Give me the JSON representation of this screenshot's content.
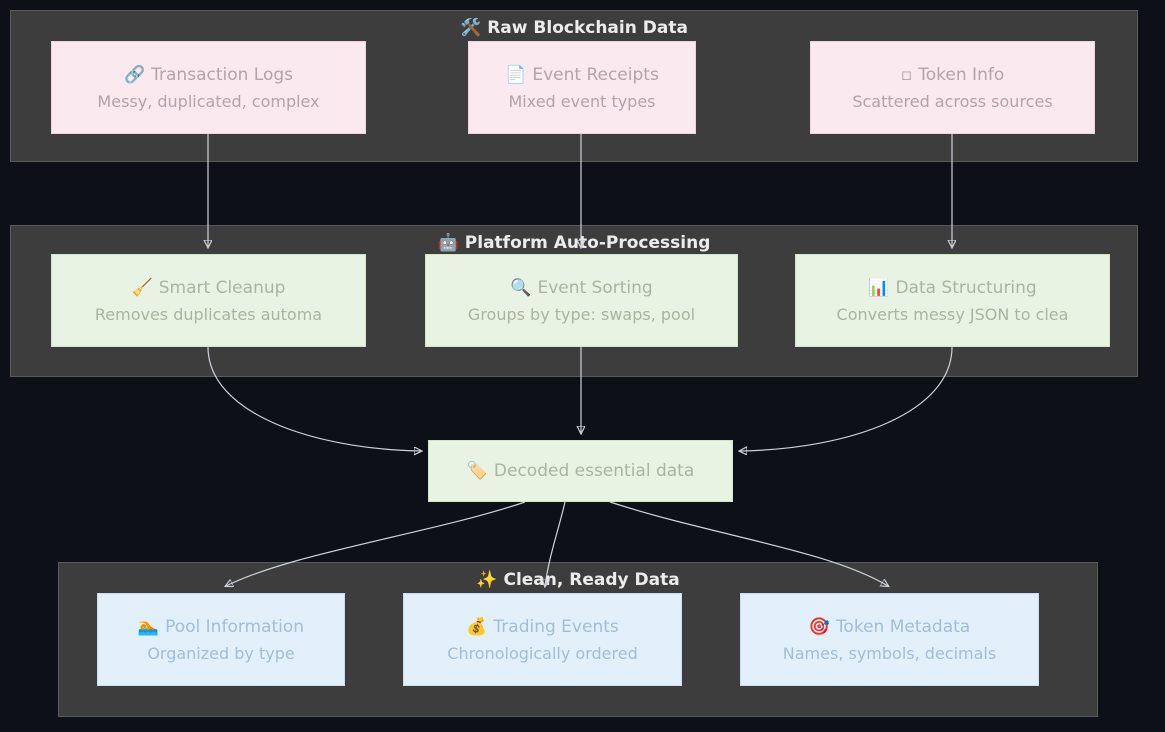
{
  "diagram": {
    "clusters": [
      {
        "id": "raw",
        "icon": "🛠️",
        "label": "Raw Blockchain Data"
      },
      {
        "id": "process",
        "icon": "🤖",
        "label": "Platform Auto-Processing"
      },
      {
        "id": "clean",
        "icon": "✨",
        "label": "Clean, Ready Data"
      }
    ],
    "nodes": {
      "raw": [
        {
          "icon": "🔗",
          "title": "Transaction Logs",
          "subtitle": "Messy, duplicated, complex"
        },
        {
          "icon": "📄",
          "title": "Event Receipts",
          "subtitle": "Mixed event types"
        },
        {
          "icon": "▫",
          "title": "Token Info",
          "subtitle": "Scattered across sources"
        }
      ],
      "process": [
        {
          "icon": "🧹",
          "title": "Smart Cleanup",
          "subtitle": "Removes duplicates automa"
        },
        {
          "icon": "🔍",
          "title": "Event Sorting",
          "subtitle": "Groups by type: swaps, pool"
        },
        {
          "icon": "📊",
          "title": "Data Structuring",
          "subtitle": "Converts messy JSON to clea"
        }
      ],
      "decoded": {
        "icon": "🏷️",
        "title": "Decoded essential data"
      },
      "clean": [
        {
          "icon": "🏊",
          "title": "Pool Information",
          "subtitle": "Organized by type"
        },
        {
          "icon": "💰",
          "title": "Trading Events",
          "subtitle": "Chronologically ordered"
        },
        {
          "icon": "🎯",
          "title": "Token Metadata",
          "subtitle": "Names, symbols, decimals"
        }
      ]
    },
    "colors": {
      "background": "#0d1117",
      "cluster_bg": "#3d3d3d",
      "cluster_title_text": "#ececec",
      "raw_node_bg": "#fbe9f0",
      "process_node_bg": "#e9f3e3",
      "clean_node_bg": "#e2f0fb",
      "edge": "#cdd2d8"
    }
  }
}
